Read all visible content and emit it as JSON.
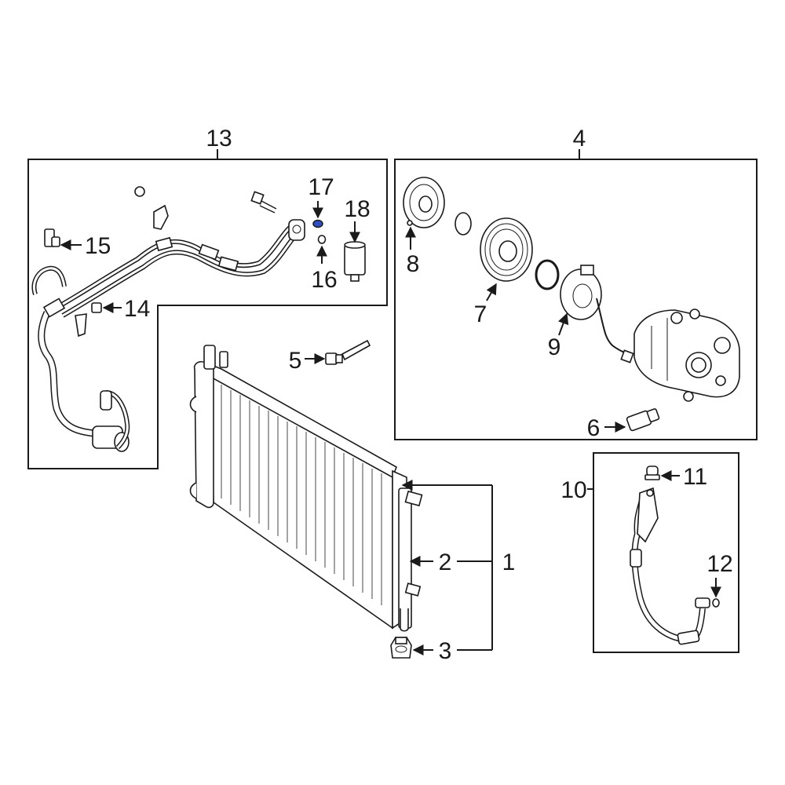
{
  "accent_color": "#2f4fbf",
  "labels": {
    "l1": "1",
    "l2": "2",
    "l3": "3",
    "l4": "4",
    "l5": "5",
    "l6": "6",
    "l7": "7",
    "l8": "8",
    "l9": "9",
    "l10": "10",
    "l11": "11",
    "l12": "12",
    "l13": "13",
    "l14": "14",
    "l15": "15",
    "l16": "16",
    "l17": "17",
    "l18": "18"
  },
  "highlighted_part": "17"
}
